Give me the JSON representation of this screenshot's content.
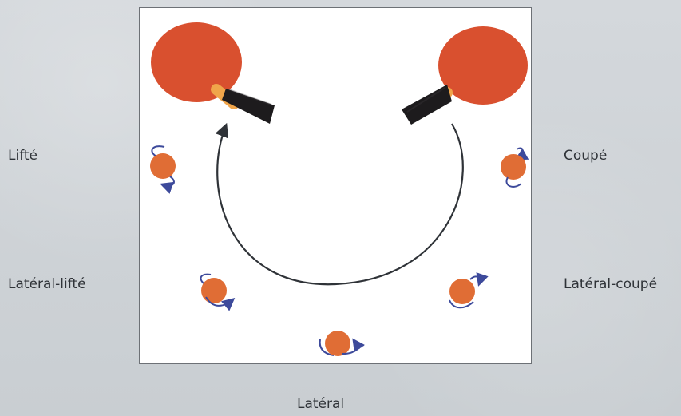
{
  "labels": {
    "lifte": "Lifté",
    "coupe": "Coupé",
    "lateral_lifte": "Latéral-lifté",
    "lateral_coupe": "Latéral-coupé",
    "lateral": "Latéral"
  },
  "colors": {
    "background": "#cfd3d7",
    "panel": "#ffffff",
    "paddle_face": "#d9502f",
    "paddle_edge": "#f0a54a",
    "paddle_handle": "#1d1b1d",
    "ball": "#e06d35",
    "spin_arrow": "#3d4a9b",
    "motion_arrow": "#2f3338",
    "text": "#2f3338"
  },
  "icons": {
    "paddles": [
      "paddle-icon",
      "paddle-icon"
    ],
    "balls": [
      "ball-icon",
      "ball-icon",
      "ball-icon",
      "ball-icon",
      "ball-icon"
    ]
  }
}
